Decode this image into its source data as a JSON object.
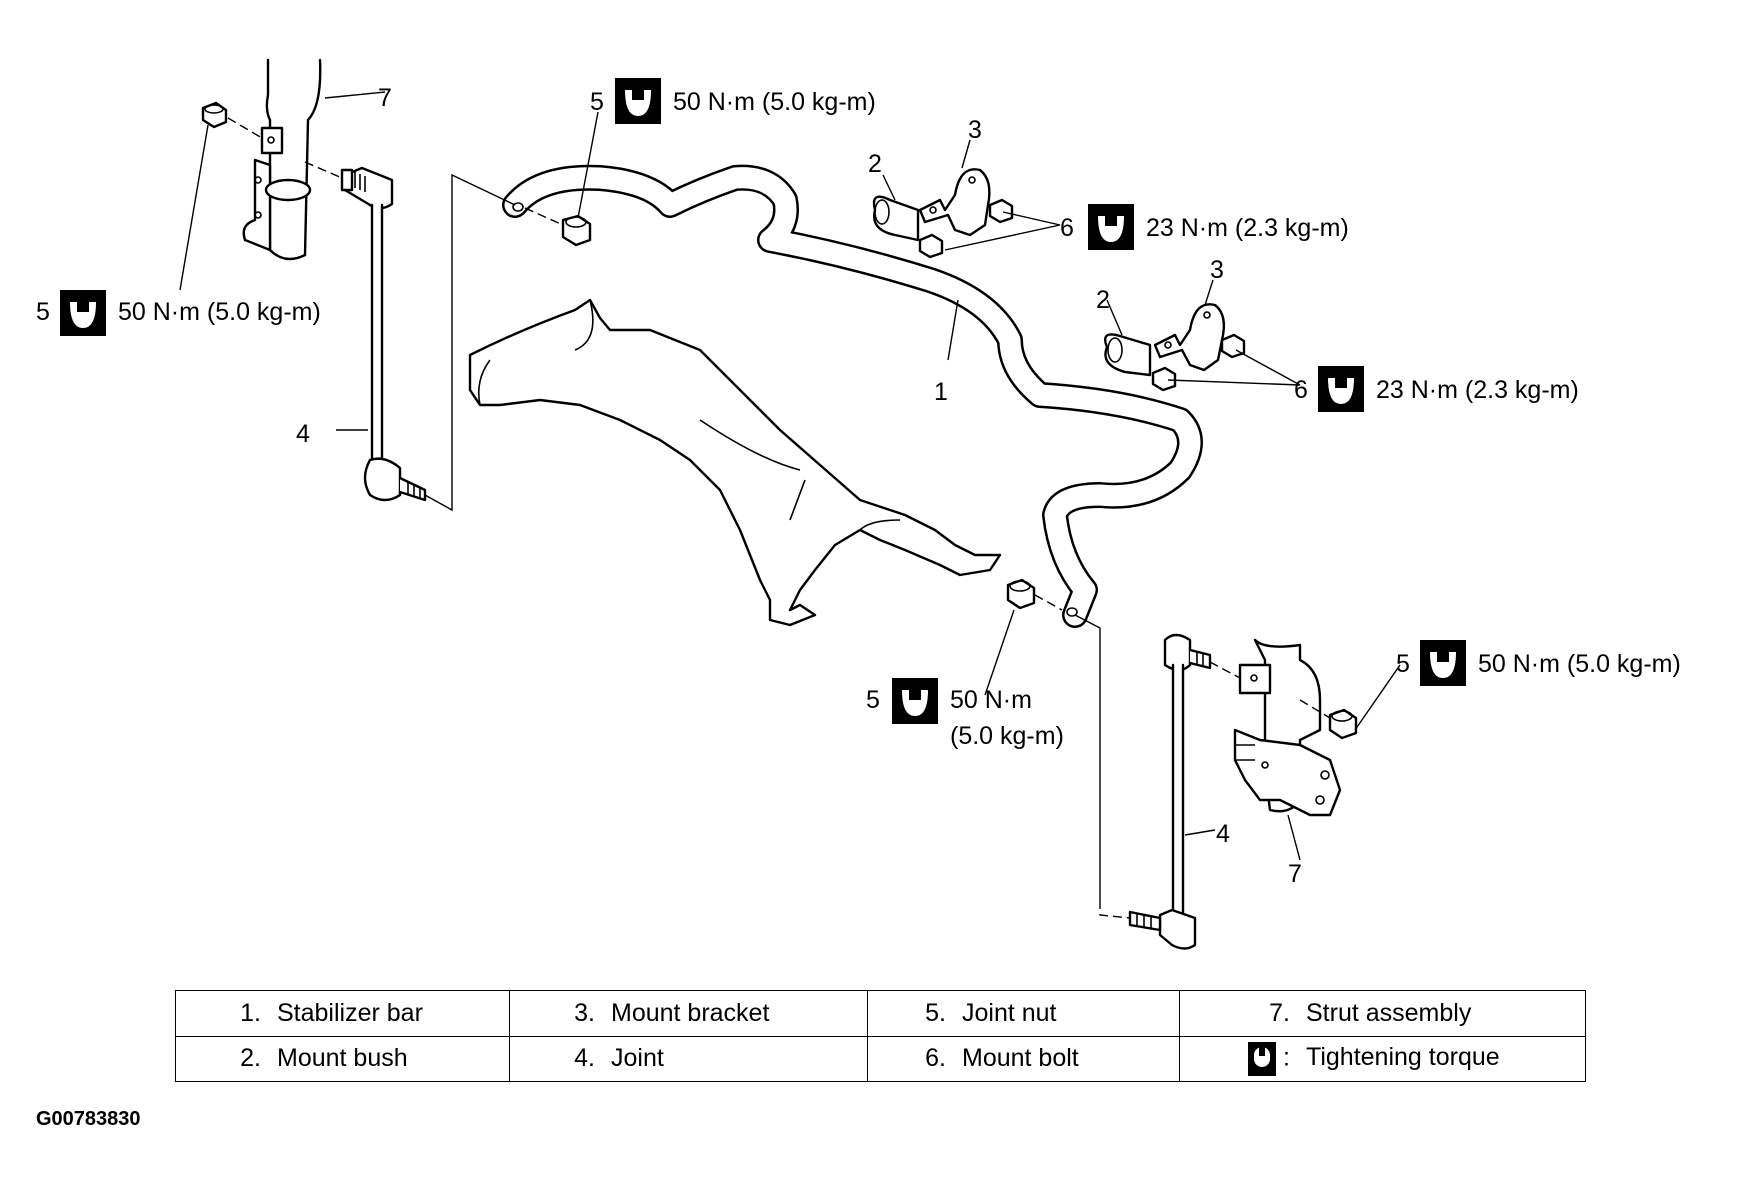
{
  "callouts": {
    "joint_nut_top_left": {
      "num": "5",
      "torque": "50 N·m (5.0 kg-m)"
    },
    "joint_nut_top_center": {
      "num": "5",
      "torque": "50 N·m (5.0 kg-m)"
    },
    "joint_nut_right": {
      "num": "5",
      "torque": "50 N·m (5.0 kg-m)"
    },
    "joint_nut_bottom_center": {
      "num": "5",
      "torque_line1": "50 N·m",
      "torque_line2": "(5.0 kg-m)"
    },
    "mount_bolt_upper": {
      "num": "6",
      "torque": "23 N·m (2.3 kg-m)"
    },
    "mount_bolt_lower": {
      "num": "6",
      "torque": "23 N·m (2.3 kg-m)"
    },
    "part_labels": {
      "strut_top": "7",
      "strut_bottom": "7",
      "joint_left": "4",
      "joint_right": "4",
      "stabilizer": "1",
      "bush_upper": "2",
      "bush_lower": "2",
      "bracket_upper": "3",
      "bracket_lower": "3"
    }
  },
  "legend": {
    "rows": [
      [
        {
          "num": "1.",
          "text": "Stabilizer bar"
        },
        {
          "num": "3.",
          "text": "Mount bracket"
        },
        {
          "num": "5.",
          "text": "Joint nut"
        },
        {
          "num": "7.",
          "text": "Strut assembly"
        }
      ],
      [
        {
          "num": "2.",
          "text": "Mount bush"
        },
        {
          "num": "4.",
          "text": "Joint"
        },
        {
          "num": "6.",
          "text": "Mount bolt"
        },
        {
          "num": ":",
          "text": "Tightening torque",
          "icon": "torque-wrench-icon"
        }
      ]
    ]
  },
  "figure_code": "G00783830"
}
